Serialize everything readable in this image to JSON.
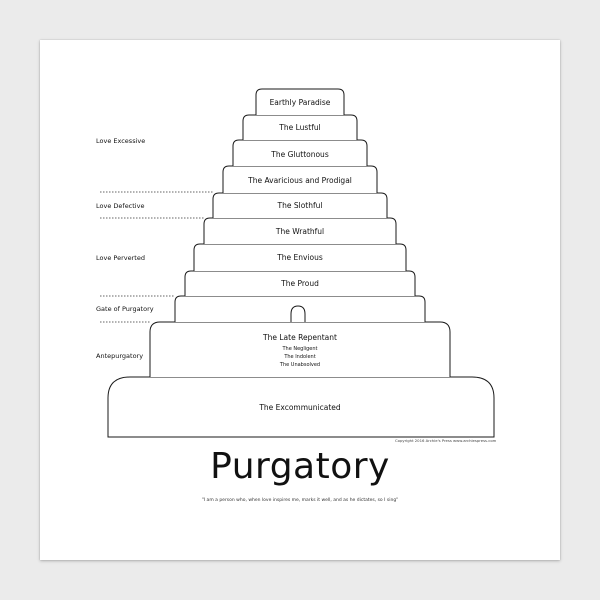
{
  "title": "Purgatory",
  "quote": "\"I am a person who, when love inspires me, marks it well, and as he dictates, so I sing\"",
  "copyright": "Copyright 2016 Archie's Press  www.archiespress.com",
  "side_labels": {
    "love_excessive": "Love Excessive",
    "love_defective": "Love Defective",
    "love_perverted": "Love Perverted",
    "gate_of_purgatory": "Gate of Purgatory",
    "antepurgatory": "Antepurgatory"
  },
  "tiers": {
    "earthly_paradise": "Earthly Paradise",
    "lustful": "The Lustful",
    "gluttonous": "The Gluttonous",
    "avaricious": "The Avaricious and Prodigal",
    "slothful": "The Slothful",
    "wrathful": "The Wrathful",
    "envious": "The Envious",
    "proud": "The Proud",
    "late_repentant": "The Late Repentant",
    "negligent": "The Negligent",
    "indolent": "The Indolent",
    "unabsolved": "The Unabsolved",
    "excommunicated": "The Excommunicated"
  }
}
